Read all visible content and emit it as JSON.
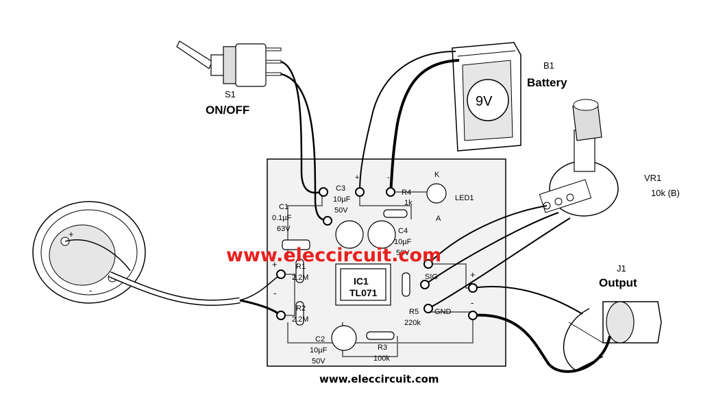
{
  "labels": {
    "s1_ref": "S1",
    "s1_name": "ON/OFF",
    "b1_ref": "B1",
    "b1_name": "Battery",
    "battery_voltage": "9V",
    "vr1_ref": "VR1",
    "vr1_value": "10k (B)",
    "j1_ref": "J1",
    "j1_name": "Output",
    "c1_ref": "C1",
    "c1_value": "0.1µF",
    "c1_volt": "63V",
    "c3_ref": "C3",
    "c3_value": "10µF",
    "c3_volt": "50V",
    "r4_ref": "R4",
    "r4_value": "1k",
    "led_k": "K",
    "led_ref": "LED1",
    "led_a": "A",
    "c4_ref": "C4",
    "c4_value": "10µF",
    "c4_volt": "50V",
    "r1_ref": "R1",
    "r1_value": "2.2M",
    "r2_ref": "R2",
    "r2_value": "2.2M",
    "ic_ref": "IC1",
    "ic_part": "TL071",
    "pad_sig": "SIG",
    "pad_gnd": "GND",
    "pad_in_plus": "+",
    "pad_in_minus": "-",
    "pad_out_plus": "+",
    "pad_out_minus": "-",
    "pad_batt_plus": "+",
    "pad_batt_minus": "-",
    "r5_ref": "R5",
    "r5_value": "220k",
    "c2_ref": "C2",
    "c2_value": "10µF",
    "c2_volt": "50V",
    "r3_ref": "R3",
    "r3_value": "100k",
    "piezo_plus": "+",
    "piezo_minus": "-"
  },
  "watermark": "www.eleccircuit.com",
  "footer_url": "www.eleccircuit.com",
  "colors": {
    "watermark": "#e8201e",
    "ink": "#000000",
    "pcb": "#f2f2f2"
  }
}
